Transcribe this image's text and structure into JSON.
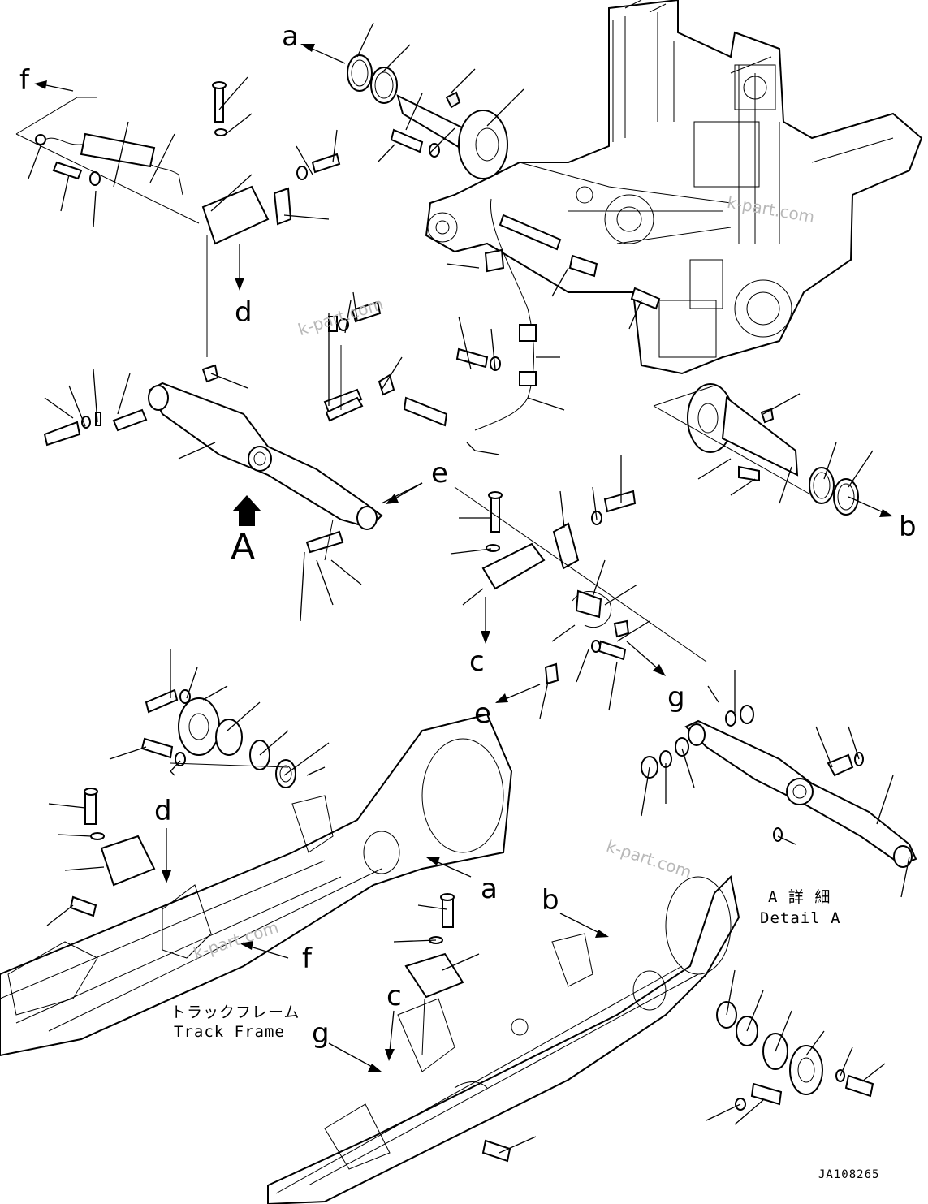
{
  "labels": {
    "a_top": "a",
    "f_top": "f",
    "d_top": "d",
    "e_right": "e",
    "b_right": "b",
    "c_mid": "c",
    "e_mid": "e",
    "g_mid": "g",
    "d_low": "d",
    "a_low": "a",
    "b_low": "b",
    "f_low": "f",
    "c_low": "c",
    "g_low": "g",
    "view_A": "A"
  },
  "captions": {
    "detail_jp": "A 詳 細",
    "detail_en": "Detail A",
    "track_jp": "トラックフレーム",
    "track_en": "Track Frame"
  },
  "watermark": "k-part.com",
  "drawing_code": "JA108265",
  "colors": {
    "ink": "#000000",
    "paper": "#ffffff",
    "watermark": "#b8b8b8"
  }
}
